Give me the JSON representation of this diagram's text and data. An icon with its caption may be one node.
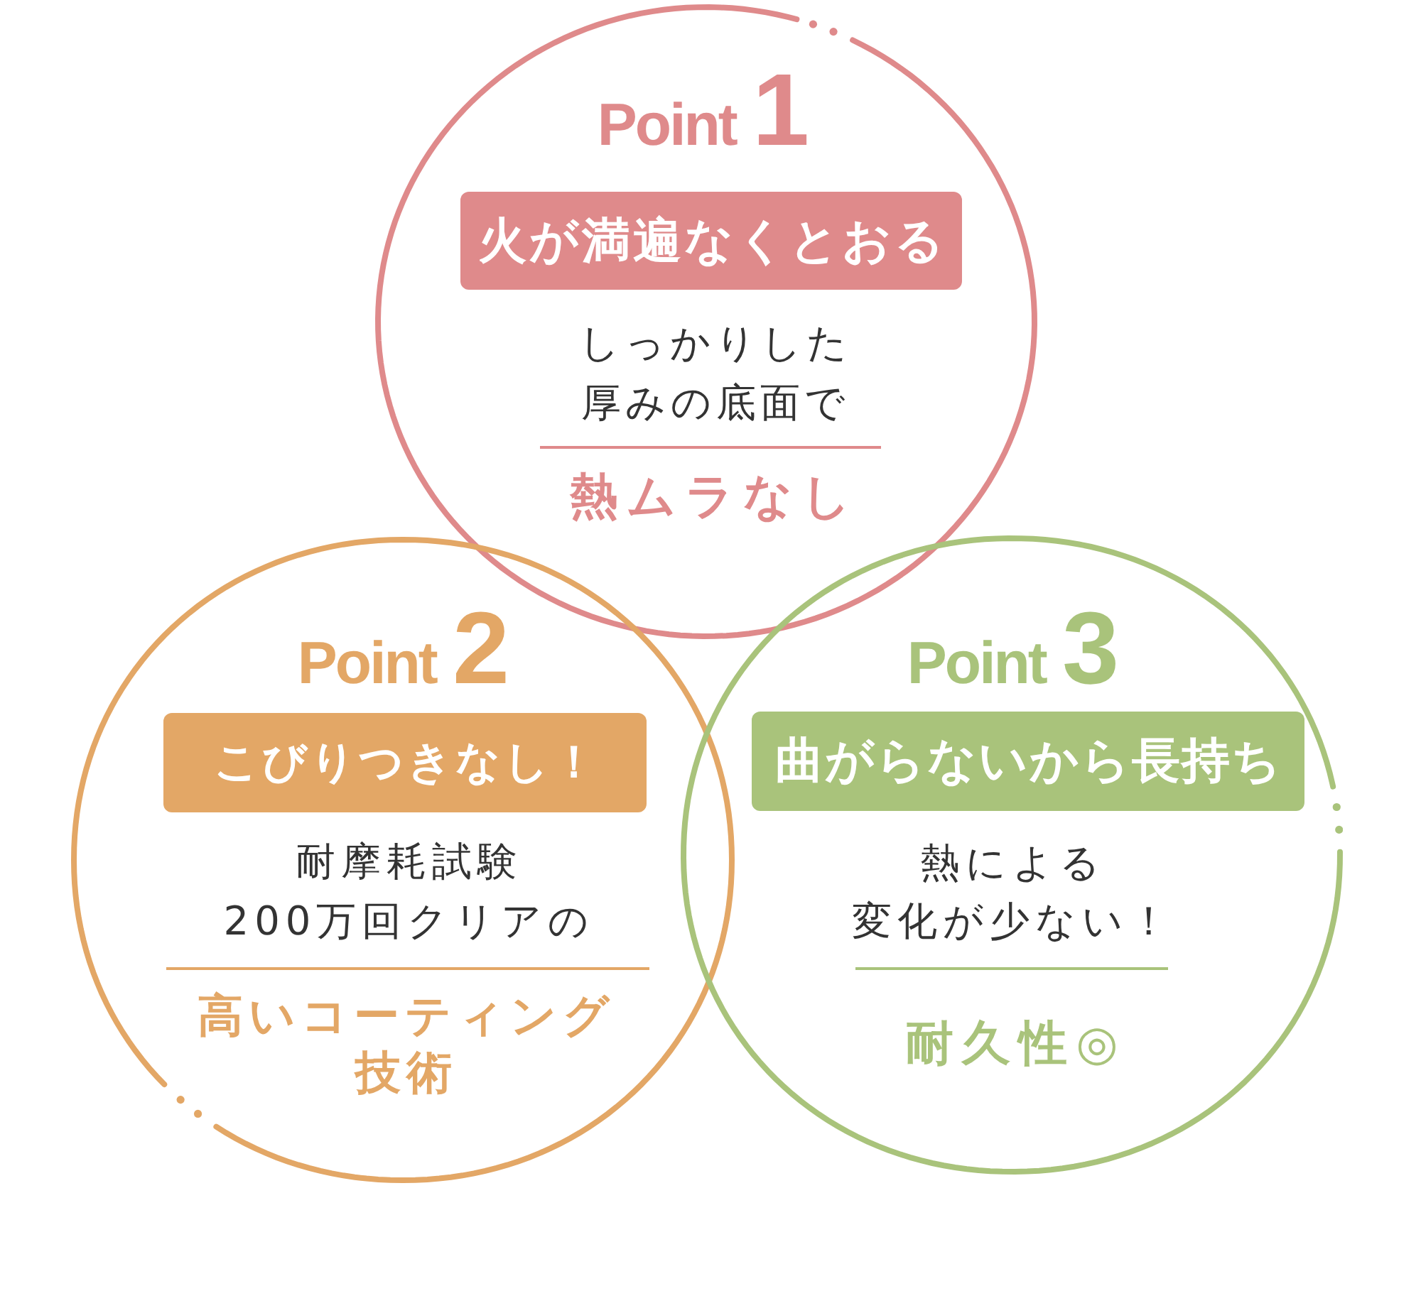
{
  "diagram": {
    "nodes": [
      {
        "text": [
          "Point 1",
          "しっかりした厚みの底面で",
          "熱ムラなし"
        ]
      },
      {
        "text": [
          "火が満遍なくとおる"
        ],
        "in": 0
      },
      {
        "text": [
          "Point 2",
          "耐摩耗試験200万回クリアの",
          "高いコーティング技術"
        ]
      },
      {
        "text": [
          "こびりつきなし！"
        ],
        "in": 2
      },
      {
        "text": [
          "Point 3",
          "熱による変化が少ない！",
          "耐久性◎"
        ]
      },
      {
        "text": [
          "曲がらないから長持ち"
        ],
        "in": 4
      }
    ]
  }
}
